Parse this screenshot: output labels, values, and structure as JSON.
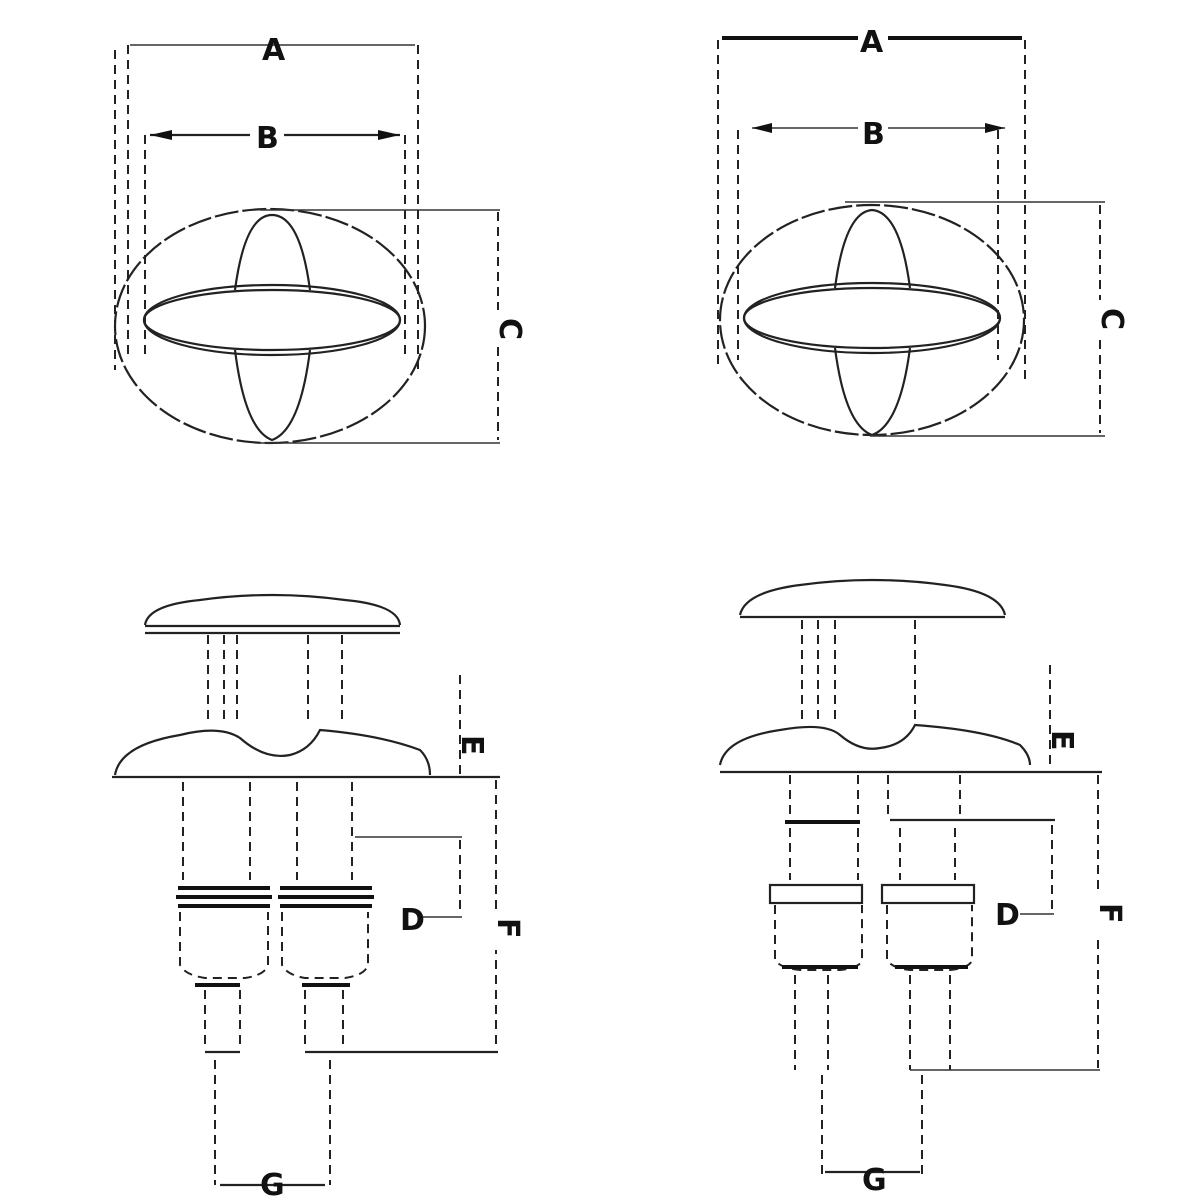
{
  "figure": {
    "description": "Technical dimension drawing of two deck cleat / bollard fittings, top views and side views",
    "views": [
      {
        "id": "top-left",
        "view": "top view",
        "labels": {
          "outer_width": "A",
          "inner_width": "B",
          "height": "C"
        }
      },
      {
        "id": "top-right",
        "view": "top view",
        "labels": {
          "outer_width": "A",
          "inner_width": "B",
          "height": "C"
        }
      },
      {
        "id": "bottom-left",
        "view": "side view",
        "labels": {
          "head_height": "E",
          "thread_length": "D",
          "total_height": "F",
          "stud_spacing": "G"
        }
      },
      {
        "id": "bottom-right",
        "view": "side view",
        "labels": {
          "head_height": "E",
          "thread_length": "D",
          "total_height": "F",
          "stud_spacing": "G"
        }
      }
    ]
  },
  "colors": {
    "line": "#222222",
    "background": "#ffffff"
  }
}
